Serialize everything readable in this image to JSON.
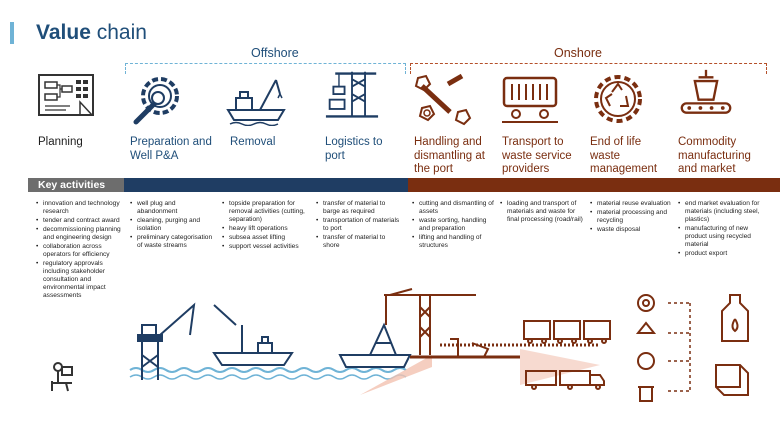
{
  "header": {
    "title_bold": "Value",
    "title_rest": " chain"
  },
  "regions": {
    "offshore": "Offshore",
    "onshore": "Onshore"
  },
  "band": {
    "label": "Key activities"
  },
  "stages": [
    {
      "name": "Planning",
      "icon": "planning-board-icon",
      "activities": [
        "innovation and technology research",
        "tender and contract award",
        "decommissioning planning and engineering design",
        "collaboration across operators for efficiency",
        "regulatory approvals including stakeholder consultation and environmental impact assessments"
      ]
    },
    {
      "name": "Preparation and Well P&A",
      "icon": "wrench-gear-icon",
      "activities": [
        "well plug and abandonment",
        "cleaning, purging and isolation",
        "preliminary categorisation of waste streams"
      ]
    },
    {
      "name": "Removal",
      "icon": "crane-vessel-icon",
      "activities": [
        "topside preparation for removal activities (cutting, separation)",
        "heavy lift operations",
        "subsea asset lifting",
        "support vessel activities"
      ]
    },
    {
      "name": "Logistics to port",
      "icon": "port-crane-icon",
      "activities": [
        "transfer of material to barge as required",
        "transportation of materials to port",
        "transfer of material to shore"
      ]
    },
    {
      "name": "Handling and dismantling at the port",
      "icon": "bolts-nuts-icon",
      "activities": [
        "cutting and dismantling of assets",
        "waste sorting, handling and preparation",
        "lifting and handling of structures"
      ]
    },
    {
      "name": "Transport to waste service providers",
      "icon": "rail-wagon-icon",
      "activities": [
        "loading and transport of materials and waste for final processing (road/rail)"
      ]
    },
    {
      "name": "End of life waste management",
      "icon": "recycle-gear-icon",
      "activities": [
        "material reuse evaluation",
        "material processing and recycling",
        "waste disposal"
      ]
    },
    {
      "name": "Commodity manufacturing and market",
      "icon": "conveyor-icon",
      "activities": [
        "end market evaluation for materials (including steel, plastics)",
        "manufacturing of new product using recycled material",
        "product export"
      ]
    }
  ],
  "colors": {
    "title": "#1f4e79",
    "offshore": "#1f3d63",
    "onshore": "#7a2e10",
    "planning_band": "#6d6d6d",
    "accent_blue": "#6fb3d6",
    "accent_orange": "#c0562d"
  }
}
